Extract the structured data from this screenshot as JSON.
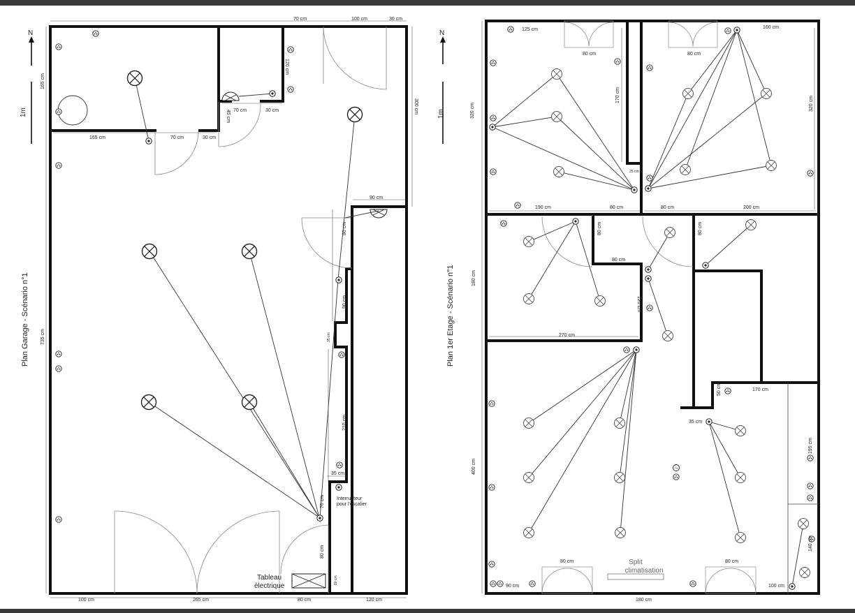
{
  "plans": {
    "left": {
      "title": "Plan Garage - Scénario n°1",
      "north": "N",
      "scale": "1m",
      "dims": {
        "top_70": "70 cm",
        "top_100": "100 cm",
        "top_30": "30 cm",
        "left_165v": "165 cm",
        "left_735v": "735 cm",
        "right_300v": "300 cm",
        "h_165": "165 cm",
        "h_70": "70 cm",
        "h_30": "30 cm",
        "v_120": "120 cm",
        "h_70b": "70 cm",
        "h_30b": "30 cm",
        "v_45": "45 cm",
        "h_90": "90 cm",
        "v_80": "80 cm",
        "v_90": "90 cm",
        "v_35": "35 cm",
        "v_210": "210 cm",
        "h_35": "35 cm",
        "v_70": "70 cm",
        "v_80b": "80 cm",
        "v_80c": "80 cm",
        "b_100": "100 cm",
        "b_265": "265 cm",
        "b_80": "80 cm",
        "b_120": "120 cm"
      },
      "labels": {
        "switch_line1": "Interrupteur",
        "switch_line2": "pour l'escalier",
        "panel_line1": "Tableau",
        "panel_line2": "électrique"
      }
    },
    "right": {
      "title": "Plan 1er Etage - Scénario n°1",
      "north": "N",
      "scale": "1m",
      "dims": {
        "t_125": "125 cm",
        "t_80a": "80 cm",
        "t_80b": "80 cm",
        "t_160": "160 cm",
        "v_320l": "320 cm",
        "v_170": "170 cm",
        "v_320r": "320 cm",
        "h_25": "25 cm",
        "m_190": "190 cm",
        "m_80a": "80 cm",
        "m_80b": "80 cm",
        "m_200": "200 cm",
        "v_80a": "80 cm",
        "h_80c": "80 cm",
        "v_80d": "80 cm",
        "v_180": "180 cm",
        "v_120": "120 cm",
        "h_270": "270 cm",
        "v_400": "400 cm",
        "h_170": "170 cm",
        "v_50": "50 cm",
        "h_35": "35 cm",
        "v_195": "195 cm",
        "v_140": "140 cm",
        "b_80a": "80 cm",
        "b_80b": "80 cm",
        "b_90": "90 cm",
        "b_180": "180 cm",
        "b_100": "100 cm"
      },
      "labels": {
        "split_line1": "Split",
        "split_line2": "climatisation",
        "tv": "TV"
      }
    }
  },
  "icons": [
    "north-arrow-icon",
    "ceiling-light-icon",
    "small-ceiling-light-icon",
    "power-outlet-icon",
    "wall-switch-icon",
    "door-swing-icon",
    "electrical-panel-icon"
  ]
}
